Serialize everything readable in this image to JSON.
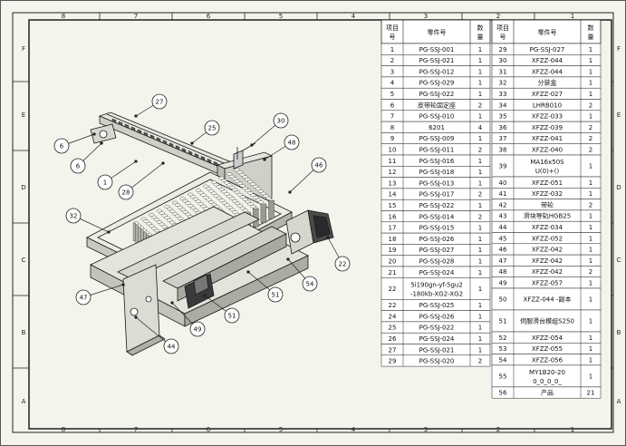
{
  "frame": {
    "top_zones": [
      "8",
      "7",
      "6",
      "5",
      "4",
      "3",
      "2",
      "1"
    ],
    "bottom_zones": [
      "8",
      "7",
      "6",
      "5",
      "4",
      "3",
      "2",
      "1"
    ],
    "side_zones": [
      "F",
      "E",
      "D",
      "C",
      "B",
      "A"
    ]
  },
  "bom": {
    "headers": {
      "index": "项目号",
      "part": "零件号",
      "qty": "数量"
    },
    "left": [
      {
        "no": "1",
        "part": "PG-SSJ-001",
        "qty": "1"
      },
      {
        "no": "2",
        "part": "PG-SSJ-021",
        "qty": "1"
      },
      {
        "no": "3",
        "part": "PG-SSJ-012",
        "qty": "1"
      },
      {
        "no": "4",
        "part": "PG-SSJ-029",
        "qty": "1"
      },
      {
        "no": "5",
        "part": "PG-SSJ-022",
        "qty": "1"
      },
      {
        "no": "6",
        "part": "皮带轮固定座",
        "qty": "2"
      },
      {
        "no": "7",
        "part": "PG-SSJ-010",
        "qty": "1"
      },
      {
        "no": "8",
        "part": "6201",
        "qty": "4"
      },
      {
        "no": "9",
        "part": "PG-SSJ-009",
        "qty": "1"
      },
      {
        "no": "10",
        "part": "PG-SSJ-011",
        "qty": "2"
      },
      {
        "no": "11",
        "part": "PG-SSJ-016",
        "qty": "1"
      },
      {
        "no": "12",
        "part": "PG-SSJ-018",
        "qty": "1"
      },
      {
        "no": "13",
        "part": "PG-SSJ-013",
        "qty": "1"
      },
      {
        "no": "14",
        "part": "PG-SSJ-017",
        "qty": "2"
      },
      {
        "no": "15",
        "part": "PG-SSJ-022",
        "qty": "1"
      },
      {
        "no": "16",
        "part": "PG-SSJ-014",
        "qty": "2"
      },
      {
        "no": "17",
        "part": "PG-SSJ-015",
        "qty": "1"
      },
      {
        "no": "18",
        "part": "PG-SSJ-026",
        "qty": "1"
      },
      {
        "no": "19",
        "part": "PG-SSJ-027",
        "qty": "1"
      },
      {
        "no": "20",
        "part": "PG-SSJ-028",
        "qty": "1"
      },
      {
        "no": "21",
        "part": "PG-SSJ-024",
        "qty": "1"
      },
      {
        "no": "22",
        "part": "5i190gn-yf-5gu2-180kb-XG2-XG2",
        "qty": "1",
        "tall": true
      },
      {
        "no": "22",
        "part": "PG-SSJ-025",
        "qty": "1"
      },
      {
        "no": "24",
        "part": "PG-SSJ-026",
        "qty": "1"
      },
      {
        "no": "25",
        "part": "PG-SSJ-022",
        "qty": "1"
      },
      {
        "no": "26",
        "part": "PG-SSJ-024",
        "qty": "1"
      },
      {
        "no": "27",
        "part": "PG-SSJ-021",
        "qty": "1"
      },
      {
        "no": "29",
        "part": "PG-SSJ-020",
        "qty": "2"
      }
    ],
    "right": [
      {
        "no": "29",
        "part": "PG-SSJ-027",
        "qty": "1"
      },
      {
        "no": "30",
        "part": "XFZZ-044",
        "qty": "1"
      },
      {
        "no": "31",
        "part": "XFZZ-044",
        "qty": "1"
      },
      {
        "no": "32",
        "part": "分装盒",
        "qty": "1"
      },
      {
        "no": "33",
        "part": "XFZZ-027",
        "qty": "1"
      },
      {
        "no": "34",
        "part": "LHRB010",
        "qty": "2"
      },
      {
        "no": "35",
        "part": "XFZZ-033",
        "qty": "1"
      },
      {
        "no": "36",
        "part": "XFZZ-039",
        "qty": "2"
      },
      {
        "no": "37",
        "part": "XFZZ-041",
        "qty": "2"
      },
      {
        "no": "38",
        "part": "XFZZ-040",
        "qty": "2"
      },
      {
        "no": "39",
        "part": "MA16x50SU(0)+()",
        "qty": "1",
        "tall": true
      },
      {
        "no": "40",
        "part": "XFZZ-051",
        "qty": "1"
      },
      {
        "no": "41",
        "part": "XFZZ-032",
        "qty": "1"
      },
      {
        "no": "42",
        "part": "带轮",
        "qty": "2"
      },
      {
        "no": "43",
        "part": "滑块导轨HGB25",
        "qty": "1"
      },
      {
        "no": "44",
        "part": "XFZZ-034",
        "qty": "1"
      },
      {
        "no": "45",
        "part": "XFZZ-052",
        "qty": "1"
      },
      {
        "no": "46",
        "part": "XFZZ-042",
        "qty": "1"
      },
      {
        "no": "47",
        "part": "XFZZ-042",
        "qty": "1"
      },
      {
        "no": "48",
        "part": "XFZZ-042",
        "qty": "2"
      },
      {
        "no": "49",
        "part": "XFZZ-057",
        "qty": "1"
      },
      {
        "no": "50",
        "part": "XFZZ-044 -副本",
        "qty": "1",
        "tall": true
      },
      {
        "no": "51",
        "part": "伺服滑台模组S250",
        "qty": "1",
        "tall": true
      },
      {
        "no": "52",
        "part": "XFZZ-054",
        "qty": "1"
      },
      {
        "no": "53",
        "part": "XFZZ-055",
        "qty": "1"
      },
      {
        "no": "54",
        "part": "XFZZ-056",
        "qty": "1"
      },
      {
        "no": "55",
        "part": "MY1B20-200_0_0_0_",
        "qty": "1",
        "tall": true
      },
      {
        "no": "56",
        "part": "产品",
        "qty": "21"
      }
    ]
  },
  "balloons": [
    {
      "id": "b27",
      "label": "27"
    },
    {
      "id": "b6a",
      "label": "6"
    },
    {
      "id": "b6b",
      "label": "6"
    },
    {
      "id": "b25",
      "label": "25"
    },
    {
      "id": "b1",
      "label": "1"
    },
    {
      "id": "b28",
      "label": "28"
    },
    {
      "id": "b30",
      "label": "30"
    },
    {
      "id": "b48",
      "label": "48"
    },
    {
      "id": "b46",
      "label": "46"
    },
    {
      "id": "b32",
      "label": "32"
    },
    {
      "id": "b22",
      "label": "22"
    },
    {
      "id": "b54",
      "label": "54"
    },
    {
      "id": "b51a",
      "label": "51"
    },
    {
      "id": "b51b",
      "label": "51"
    },
    {
      "id": "b47",
      "label": "47"
    },
    {
      "id": "b49",
      "label": "49"
    },
    {
      "id": "b44",
      "label": "44"
    }
  ]
}
